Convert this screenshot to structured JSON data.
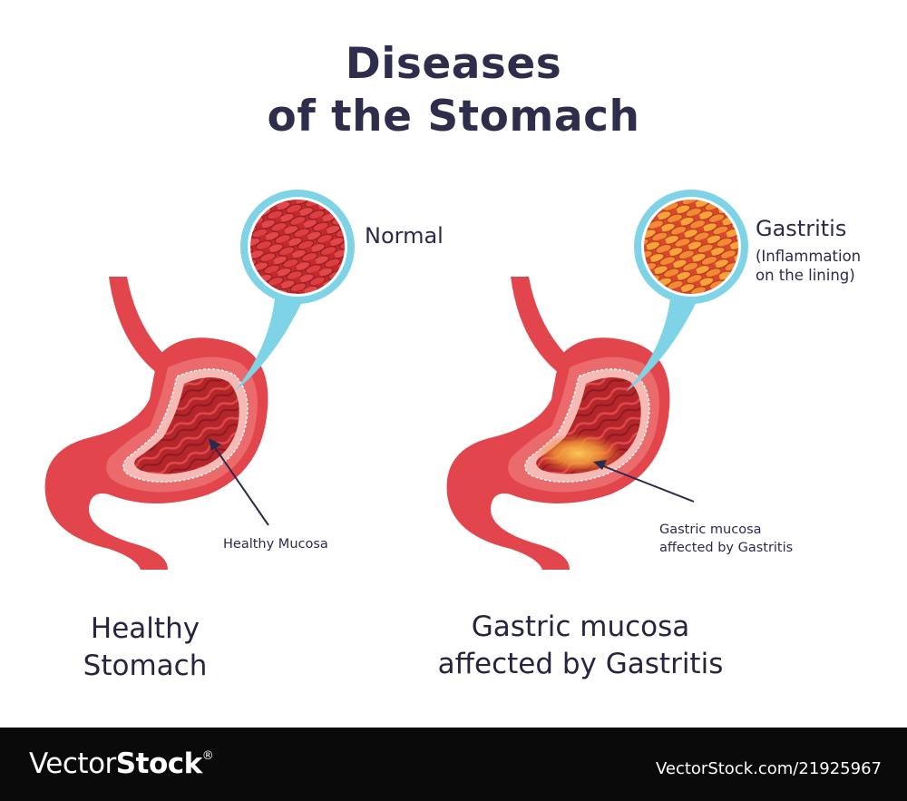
{
  "title": {
    "line1": "Diseases",
    "line2": "of the Stomach"
  },
  "callouts": {
    "normal": "Normal",
    "gastritis": "Gastritis",
    "gastritis_desc_line1": "(Inflammation",
    "gastritis_desc_line2": "on the lining)"
  },
  "pointers": {
    "healthy": "Healthy Mucosa",
    "gastritis_line1": "Gastric mucosa",
    "gastritis_line2": "affected by Gastritis"
  },
  "captions": {
    "healthy_line1": "Healthy",
    "healthy_line2": "Stomach",
    "gastritis_line1": "Gastric mucosa",
    "gastritis_line2": "affected by Gastritis"
  },
  "footer": {
    "brand_prefix": "Vector",
    "brand_bold": "Stock",
    "brand_mark": "®",
    "image_id": "VectorStock.com/21925967"
  },
  "colors": {
    "stomach_outer": "#e2454b",
    "stomach_wall": "#eb6a6c",
    "lining": "#f6b9b3",
    "mucosa": "#b8262a",
    "magnifier_ring": "#7fd3e6",
    "inflammation": "#f5a623",
    "text": "#2b2a4a",
    "footer_bg": "#0a0a0a"
  }
}
